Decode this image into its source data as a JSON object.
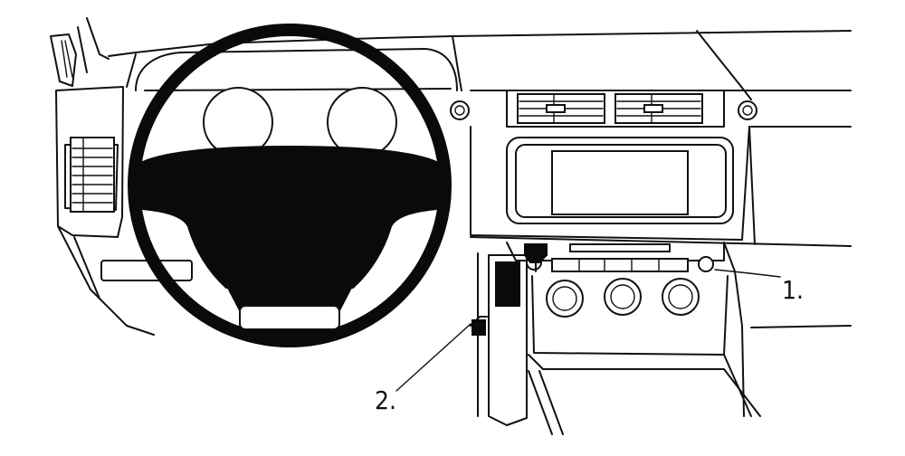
{
  "callouts": [
    {
      "id": "1",
      "text": "1."
    },
    {
      "id": "2",
      "text": "2."
    }
  ],
  "colors": {
    "ink": "#111111",
    "fill_dark": "#0a0a0a",
    "background": "#ffffff"
  },
  "icons": {
    "steering": "steering-wheel-icon",
    "mount_point": "mount-point-icon"
  }
}
